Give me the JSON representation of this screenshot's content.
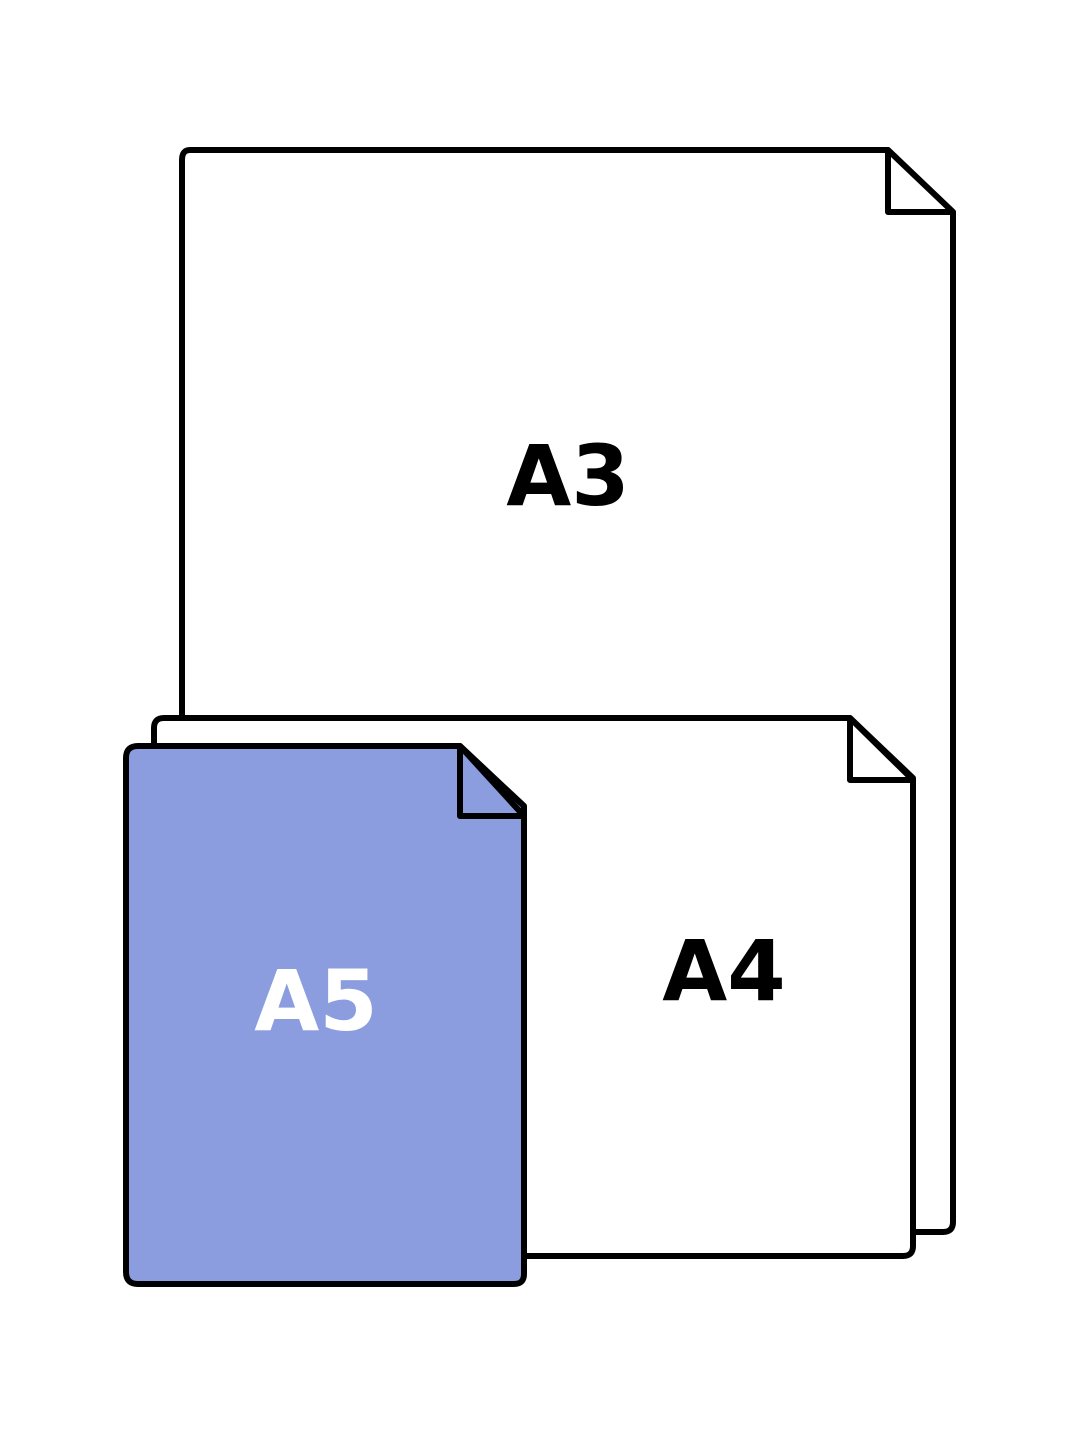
{
  "sheets": [
    {
      "label": "A3",
      "fill": "#ffffff",
      "text_color": "#000000"
    },
    {
      "label": "A4",
      "fill": "#ffffff",
      "text_color": "#000000"
    },
    {
      "label": "A5",
      "fill": "#8b9ddf",
      "text_color": "#ffffff"
    }
  ],
  "colors": {
    "outline": "#000000",
    "background": "#ffffff"
  }
}
